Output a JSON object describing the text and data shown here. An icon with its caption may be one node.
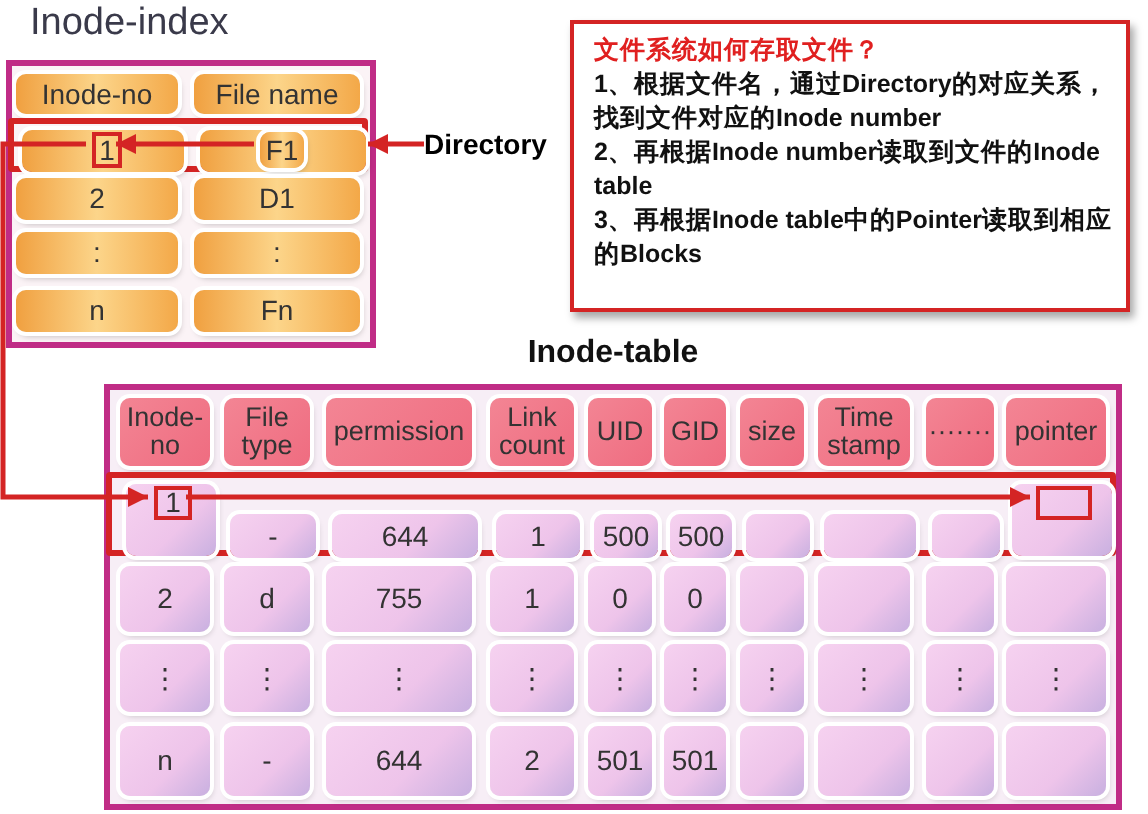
{
  "diagram": {
    "nodes": [
      {
        "text": [
          "Inode-index"
        ]
      },
      {
        "text": [
          "Inode-no"
        ],
        "in": 0
      },
      {
        "text": [
          "File name"
        ],
        "in": 0
      },
      {
        "text": [],
        "shape": "box",
        "in": 0
      },
      {
        "text": [],
        "shape": "box",
        "in": 3
      },
      {
        "text": [
          "1"
        ],
        "in": 4
      },
      {
        "text": [],
        "shape": "box",
        "in": 3
      },
      {
        "text": [
          "F1"
        ],
        "in": 6
      },
      {
        "text": [
          "2"
        ],
        "in": 0
      },
      {
        "text": [
          "D1"
        ],
        "in": 0
      },
      {
        "text": [
          ":"
        ],
        "in": 0
      },
      {
        "text": [
          ":"
        ],
        "in": 0
      },
      {
        "text": [
          "n"
        ],
        "in": 0
      },
      {
        "text": [
          "Fn"
        ],
        "in": 0
      },
      {
        "text": [
          "Directory"
        ]
      },
      {
        "text": [
          "文件系统如何存取文件？",
          "1、根据文件名，通过Directory的对应关系，找到文件对应的Inode number",
          "2、再根据Inode number读取到文件的Inode table",
          "3、再根据Inode table中的Pointer读取到相应的Blocks"
        ]
      },
      {
        "text": [
          "Inode-table"
        ]
      },
      {
        "text": [
          "Inode- no"
        ],
        "in": 16
      },
      {
        "text": [
          "File type"
        ],
        "in": 16
      },
      {
        "text": [
          "permission"
        ],
        "in": 16
      },
      {
        "text": [
          "Link count"
        ],
        "in": 16
      },
      {
        "text": [
          "UID"
        ],
        "in": 16
      },
      {
        "text": [
          "GID"
        ],
        "in": 16
      },
      {
        "text": [
          "size"
        ],
        "in": 16
      },
      {
        "text": [
          "Time stamp"
        ],
        "in": 16
      },
      {
        "text": [
          "·······"
        ],
        "in": 16
      },
      {
        "text": [
          "pointer"
        ],
        "in": 16
      },
      {
        "text": [],
        "shape": "box",
        "in": 16
      },
      {
        "text": [],
        "shape": "box",
        "in": 27
      },
      {
        "text": [
          "1"
        ],
        "in": 28
      },
      {
        "text": [
          "-"
        ],
        "in": 27
      },
      {
        "text": [
          "644"
        ],
        "in": 27
      },
      {
        "text": [
          "1"
        ],
        "in": 27
      },
      {
        "text": [
          "500"
        ],
        "in": 27
      },
      {
        "text": [
          "500"
        ],
        "in": 27
      },
      {
        "text": [],
        "shape": "box",
        "in": 27
      },
      {
        "text": [],
        "shape": "box",
        "in": 27
      },
      {
        "text": [],
        "shape": "box",
        "in": 27
      },
      {
        "text": [],
        "shape": "box",
        "in": 27
      },
      {
        "text": [],
        "shape": "box",
        "in": 38
      },
      {
        "text": [
          "2"
        ],
        "in": 16
      },
      {
        "text": [
          "d"
        ],
        "in": 16
      },
      {
        "text": [
          "755"
        ],
        "in": 16
      },
      {
        "text": [
          "1"
        ],
        "in": 16
      },
      {
        "text": [
          "0"
        ],
        "in": 16
      },
      {
        "text": [
          "0"
        ],
        "in": 16
      },
      {
        "text": [],
        "shape": "box",
        "in": 16
      },
      {
        "text": [],
        "shape": "box",
        "in": 16
      },
      {
        "text": [],
        "shape": "box",
        "in": 16
      },
      {
        "text": [],
        "shape": "box",
        "in": 16
      },
      {
        "text": [
          "⋮"
        ],
        "in": 16
      },
      {
        "text": [
          "⋮"
        ],
        "in": 16
      },
      {
        "text": [
          "⋮"
        ],
        "in": 16
      },
      {
        "text": [
          "⋮"
        ],
        "in": 16
      },
      {
        "text": [
          "⋮"
        ],
        "in": 16
      },
      {
        "text": [
          "⋮"
        ],
        "in": 16
      },
      {
        "text": [
          "⋮"
        ],
        "in": 16
      },
      {
        "text": [
          "⋮"
        ],
        "in": 16
      },
      {
        "text": [
          "⋮"
        ],
        "in": 16
      },
      {
        "text": [
          "⋮"
        ],
        "in": 16
      },
      {
        "text": [
          "n"
        ],
        "in": 16
      },
      {
        "text": [
          "-"
        ],
        "in": 16
      },
      {
        "text": [
          "644"
        ],
        "in": 16
      },
      {
        "text": [
          "2"
        ],
        "in": 16
      },
      {
        "text": [
          "501"
        ],
        "in": 16
      },
      {
        "text": [
          "501"
        ],
        "in": 16
      },
      {
        "text": [],
        "shape": "box",
        "in": 16
      },
      {
        "text": [],
        "shape": "box",
        "in": 16
      },
      {
        "text": [],
        "shape": "box",
        "in": 16
      },
      {
        "text": [],
        "shape": "box",
        "in": 16
      }
    ],
    "edges": [
      {
        "from": 14,
        "to": 3,
        "arrow": "to"
      },
      {
        "from": 7,
        "to": 5,
        "arrow": "to"
      },
      {
        "from": 5,
        "to": 29,
        "arrow": "to"
      },
      {
        "from": 29,
        "to": 39,
        "arrow": "to"
      }
    ]
  }
}
